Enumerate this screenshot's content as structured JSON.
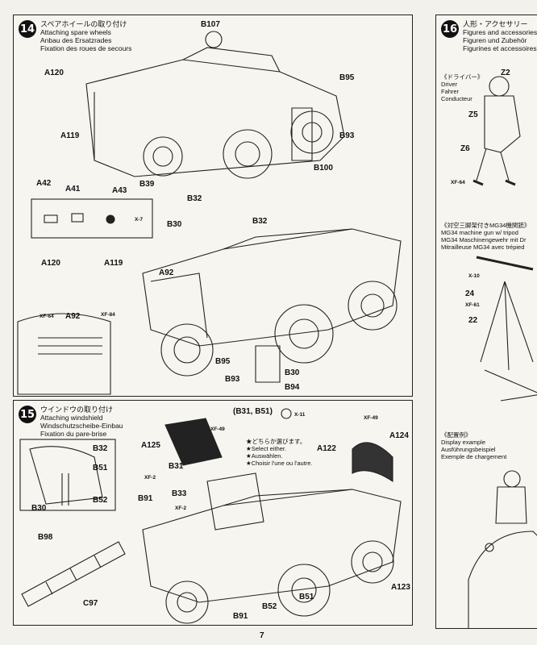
{
  "step14": {
    "number": "14",
    "titles": [
      "スペアホイールの取り付け",
      "Attaching spare wheels",
      "Anbau des Ersatzrades",
      "Fixation des roues de secours"
    ],
    "parts": [
      "B107",
      "A120",
      "B95",
      "A119",
      "B93",
      "A42",
      "A41",
      "A43",
      "B39",
      "B100",
      "A120",
      "A119",
      "X-7",
      "B32",
      "B30",
      "B32",
      "A92",
      "XF-64",
      "A92",
      "XF-84",
      "B95",
      "B93",
      "B30",
      "B94"
    ]
  },
  "step15": {
    "number": "15",
    "titles": [
      "ウインドウの取り付け",
      "Attaching windshield",
      "Windschutzscheibe-Einbau",
      "Fixation du pare-brise"
    ],
    "parts": [
      "B32",
      "B51",
      "B30",
      "B52",
      "(B31, B51)",
      "X-11",
      "XF-49",
      "A125",
      "XF-49",
      "A124",
      "A122",
      "B31",
      "XF-2",
      "B91",
      "B33",
      "XF-2",
      "B98",
      "C97",
      "B52",
      "B51",
      "B91",
      "A123"
    ],
    "note": [
      "★どちらか選びます。",
      "★Select either.",
      "★Auswählen.",
      "★Choisir l'une ou l'autre."
    ]
  },
  "step16": {
    "number": "16",
    "titles": [
      "人形・アクセサリー",
      "Figures and accessories",
      "Figuren und Zubehör",
      "Figurines et accessoires"
    ],
    "driver": [
      "《ドライバー》",
      "Driver",
      "Fahrer",
      "Conducteur"
    ],
    "mg34": [
      "《対空三脚架付きMG34機関銃》",
      "MG34 machine gun w/ tripod",
      "MG34 Maschinengewehr mit Dr",
      "Mitrailleuse MG34 avec trépied"
    ],
    "display": [
      "《配置例》",
      "Display example",
      "Ausführungsbeispiel",
      "Exemple de chargement"
    ],
    "parts": [
      "Z2",
      "Z5",
      "Z6",
      "XF-64",
      "X-10",
      "24",
      "XF-61",
      "22"
    ]
  },
  "page_number": "7"
}
